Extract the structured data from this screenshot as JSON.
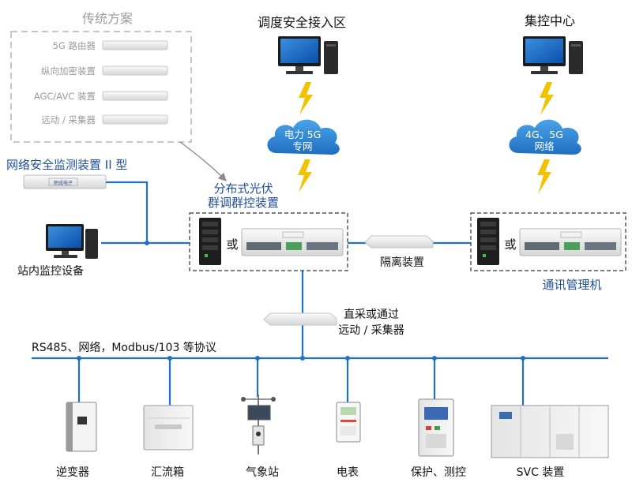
{
  "legacy": {
    "title": "传统方案",
    "items": [
      "5G 路由器",
      "纵向加密装置",
      "AGC/AVC 装置",
      "远动 / 采集器"
    ]
  },
  "top": {
    "dispatch_zone": "调度安全接入区",
    "control_center": "集控中心",
    "cloud_power": [
      "电力 5G",
      "专网"
    ],
    "cloud_public": [
      "4G、5G",
      "网络"
    ]
  },
  "left": {
    "security_monitor": "网络安全监测装置 II 型",
    "station_monitor": "站内监控设备",
    "logo_text": "积成电子"
  },
  "center": {
    "pv_controller": [
      "分布式光伏",
      "群调群控装置"
    ],
    "or_text": "或",
    "isolation": "隔离装置",
    "comm_manager": "通讯管理机",
    "collector": [
      "直采或通过",
      "远动 / 采集器"
    ]
  },
  "bus": {
    "protocol": "RS485、网络，Modbus/103 等协议"
  },
  "devices": [
    "逆变器",
    "汇流箱",
    "气象站",
    "电表",
    "保护、测控",
    "SVC 装置"
  ],
  "colors": {
    "line_blue": "#1f73c6",
    "label_blue": "#1f4e9c",
    "cloud_blue": "#2a86d6",
    "bolt_yellow": "#f2c200",
    "dashed_gray": "#b4b4b4"
  }
}
